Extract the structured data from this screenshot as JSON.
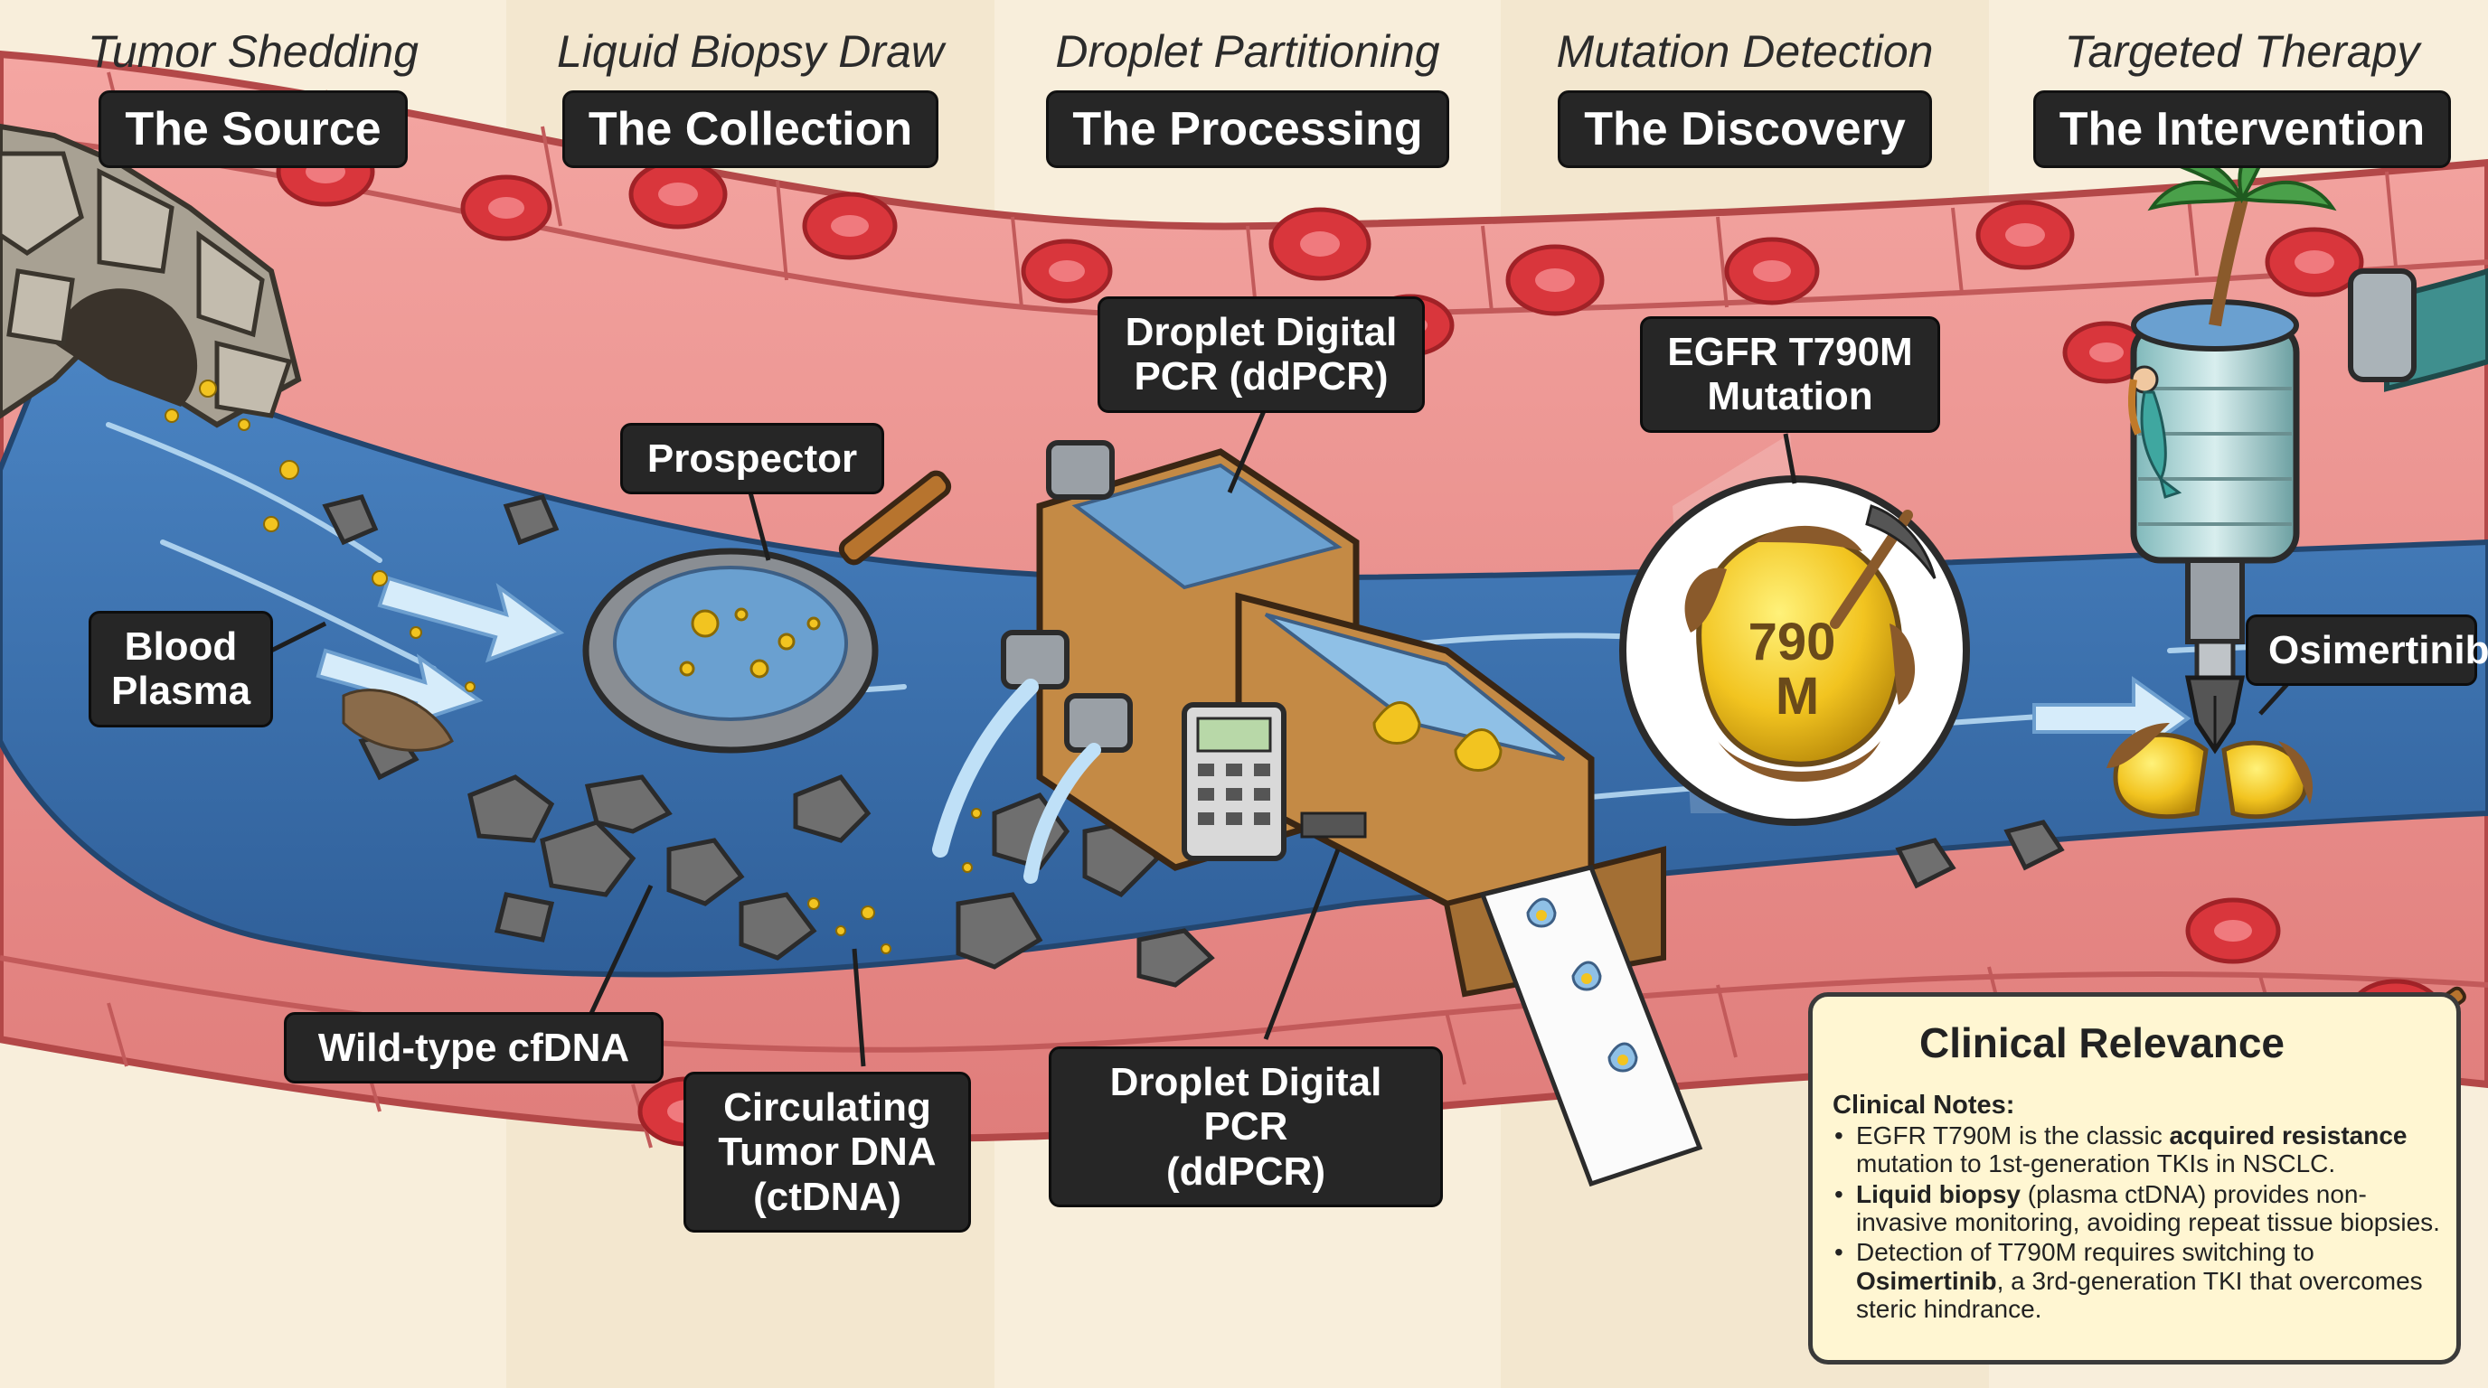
{
  "stages": [
    {
      "name": "Tumor Shedding",
      "tag": "The Source"
    },
    {
      "name": "Liquid Biopsy Draw",
      "tag": "The Collection"
    },
    {
      "name": "Droplet Partitioning",
      "tag": "The Processing"
    },
    {
      "name": "Mutation Detection",
      "tag": "The Discovery"
    },
    {
      "name": "Targeted Therapy",
      "tag": "The Intervention"
    }
  ],
  "callouts": {
    "blood_plasma": "Blood\nPlasma",
    "prospector": "Prospector",
    "ddpcr_top": "Droplet Digital\nPCR (ddPCR)",
    "egfr": "EGFR T790M\nMutation",
    "osimertinib": "Osimertinib",
    "wildtype": "Wild-type cfDNA",
    "ctdna": "Circulating\nTumor DNA\n(ctDNA)",
    "ddpcr_bottom": "Droplet Digital PCR\n(ddPCR)"
  },
  "nugget_label": {
    "line1": "790",
    "line2": "M"
  },
  "clinical": {
    "title": "Clinical Relevance",
    "subtitle": "Clinical Notes:",
    "notes": [
      {
        "pre": "EGFR T790M is the classic ",
        "bold": "acquired resistance",
        "post": " mutation to 1st-generation TKIs in NSCLC."
      },
      {
        "pre": "",
        "bold": "Liquid biopsy",
        "post": " (plasma ctDNA) provides non-invasive monitoring, avoiding repeat tissue biopsies."
      },
      {
        "pre": "Detection of T790M requires switching to ",
        "bold": "Osimertinib",
        "post": ", a 3rd-generation TKI that overcomes steric hindrance."
      }
    ]
  },
  "colors": {
    "background": "#f6ecd6",
    "vessel_wall": "#e88a88",
    "vessel_wall_dark": "#c25a5a",
    "blood_cell": "#d9363c",
    "plasma": "#3f74b3",
    "plasma_light": "#8fc0e6",
    "gold": "#f2c420",
    "rock": "#707070",
    "wood": "#c48a45",
    "label_bg": "#262626",
    "panel_bg": "#fff6d2"
  },
  "icons": [
    "cave-icon",
    "gold-pan-icon",
    "sluice-box-icon",
    "calculator-icon",
    "magnifier-lens-icon",
    "pickaxe-icon",
    "tin-can-icon",
    "palm-tree-icon",
    "mermaid-icon",
    "fountain-pen-icon",
    "stethoscope-icon",
    "mini-gold-pan-icon"
  ]
}
